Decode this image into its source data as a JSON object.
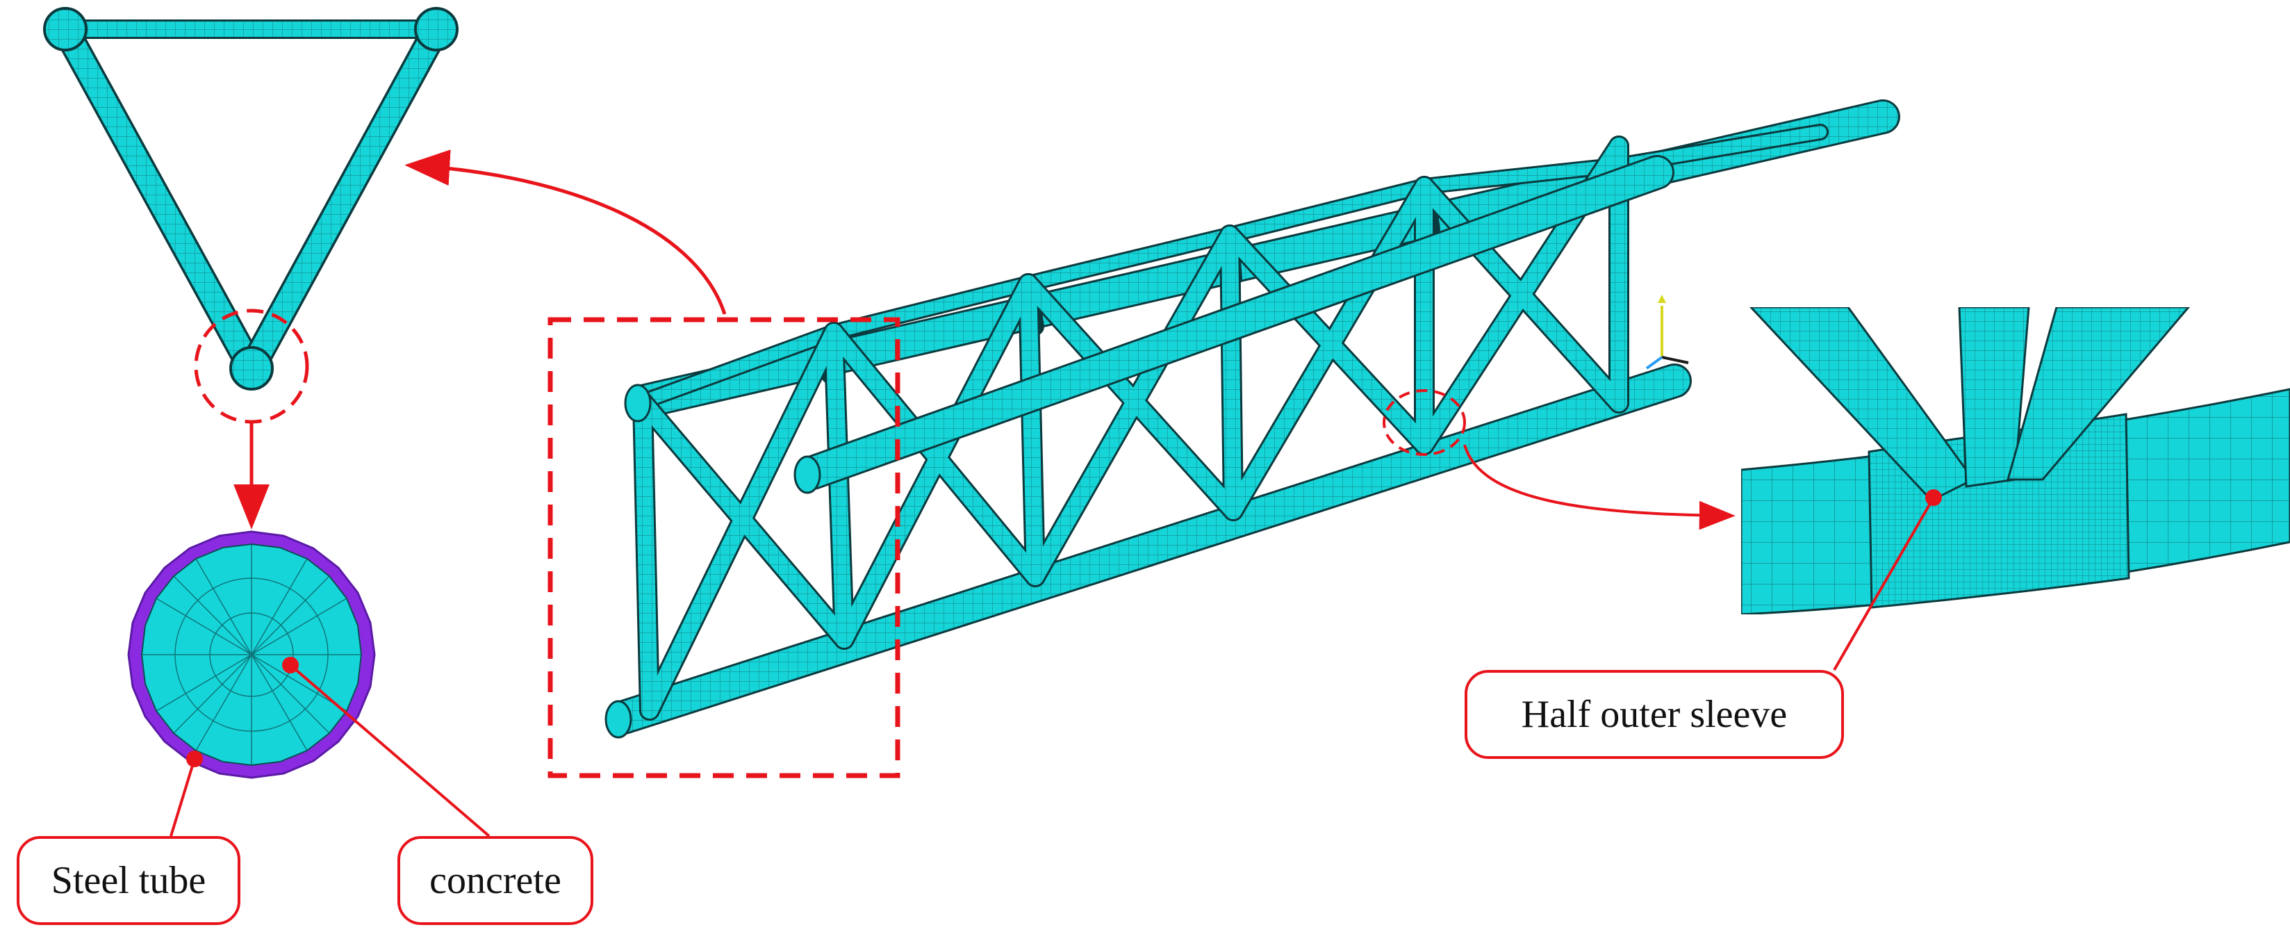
{
  "labels": {
    "steel_tube": "Steel tube",
    "concrete": "concrete",
    "half_outer_sleeve": "Half outer sleeve"
  },
  "colors": {
    "mesh": "#16d5d8",
    "mesh_line": "#0b4f55",
    "annotation": "#e8141b",
    "steel_ring": "#8a2be2",
    "triad_x": "#1a1a1a",
    "triad_y": "#d8d820",
    "triad_z": "#2a9df4"
  },
  "icons": {
    "axis_triad": "xyz-axis-triad-icon"
  }
}
